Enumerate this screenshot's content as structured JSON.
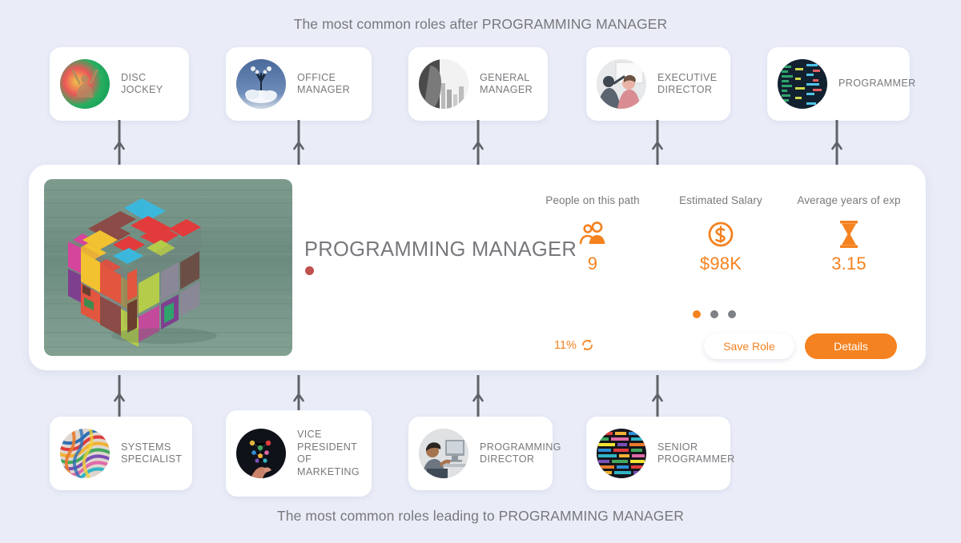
{
  "captions": {
    "top": "The most common roles after PROGRAMMING MANAGER",
    "bottom": "The most common roles leading to PROGRAMMING MANAGER"
  },
  "next_roles": [
    {
      "label": "DISC JOCKEY",
      "thumb": "dj-silhouette-thumb"
    },
    {
      "label": "OFFICE MANAGER",
      "thumb": "office-manager-thumb"
    },
    {
      "label": "GENERAL MANAGER",
      "thumb": "general-manager-thumb"
    },
    {
      "label": "EXECUTIVE DIRECTOR",
      "thumb": "executive-director-thumb"
    },
    {
      "label": "PROGRAMMER",
      "thumb": "programmer-code-thumb"
    }
  ],
  "previous_roles": [
    {
      "label": "SYSTEMS SPECIALIST",
      "thumb": "cables-thumb"
    },
    {
      "label": "VICE PRESIDENT OF MARKETING",
      "thumb": "marketing-network-thumb"
    },
    {
      "label": "PROGRAMMING DIRECTOR",
      "thumb": "developer-desk-thumb"
    },
    {
      "label": "SENIOR PROGRAMMER",
      "thumb": "code-words-thumb"
    }
  ],
  "main_card": {
    "image_name": "colorful-wooden-puzzle-cube",
    "title": "PROGRAMMING MANAGER",
    "status_dot_color": "#c0504d",
    "stats": [
      {
        "label": "People on this path",
        "value": "9",
        "icon": "people-icon"
      },
      {
        "label": "Estimated Salary",
        "value": "$98K",
        "icon": "dollar-circle-icon"
      },
      {
        "label": "Average years of exp",
        "value": "3.15",
        "icon": "hourglass-icon"
      }
    ],
    "pager": {
      "total": 3,
      "active_index": 0
    },
    "match": {
      "percent": "11%",
      "icon": "refresh-cycle-icon"
    },
    "save_label": "Save Role",
    "details_label": "Details"
  },
  "theme": {
    "background": "#eaedf8",
    "accent": "#f58220",
    "text": "#76787c",
    "card": "#ffffff"
  }
}
